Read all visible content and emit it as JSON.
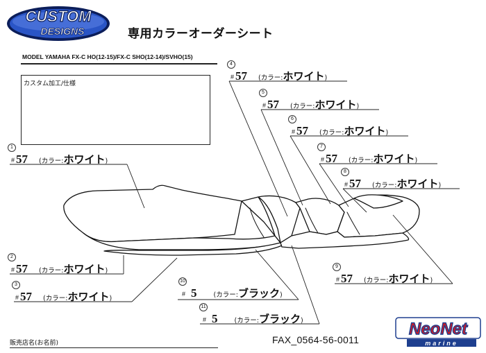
{
  "header": {
    "logo_line1": "CUSTOM",
    "logo_line2": "DESIGNS",
    "title": "専用カラーオーダーシート"
  },
  "model_text": "MODEL  YAMAHA  FX-C HO(12-15)/FX-C SHO(12-14)/SVHO(15)",
  "custom_box_label": "カスタム加工/仕様",
  "callouts": [
    {
      "id": "1",
      "circle": "1",
      "hash": "#",
      "number": "57",
      "label": "(カラー:",
      "color": "ホワイト",
      "close": ")"
    },
    {
      "id": "2",
      "circle": "2",
      "hash": "#",
      "number": "57",
      "label": "(カラー:",
      "color": "ホワイト",
      "close": ")"
    },
    {
      "id": "3",
      "circle": "3",
      "hash": "#",
      "number": "57",
      "label": "(カラー:",
      "color": "ホワイト",
      "close": ")"
    },
    {
      "id": "4",
      "circle": "4",
      "hash": "#",
      "number": "57",
      "label": "(カラー:",
      "color": "ホワイト",
      "close": ")"
    },
    {
      "id": "5",
      "circle": "5",
      "hash": "#",
      "number": "57",
      "label": "(カラー:",
      "color": "ホワイト",
      "close": ")"
    },
    {
      "id": "6",
      "circle": "6",
      "hash": "#",
      "number": "57",
      "label": "(カラー:",
      "color": "ホワイト",
      "close": ")"
    },
    {
      "id": "7",
      "circle": "7",
      "hash": "#",
      "number": "57",
      "label": "(カラー:",
      "color": "ホワイト",
      "close": ")"
    },
    {
      "id": "8",
      "circle": "8",
      "hash": "#",
      "number": "57",
      "label": "(カラー:",
      "color": "ホワイト",
      "close": ")"
    },
    {
      "id": "9",
      "circle": "9",
      "hash": "#",
      "number": "57",
      "label": "(カラー:",
      "color": "ホワイト",
      "close": ")"
    },
    {
      "id": "10",
      "circle": "10",
      "hash": "#",
      "number": "5",
      "label": "(カラー:",
      "color": "ブラック",
      "close": ")"
    },
    {
      "id": "11",
      "circle": "11",
      "hash": "#",
      "number": "5",
      "label": "(カラー:",
      "color": "ブラック",
      "close": ")"
    }
  ],
  "footer": {
    "seller_label": "販売店名(お名前)",
    "fax": "FAX_0564-56-0011",
    "logo_main": "NeoNet",
    "logo_sub": "marine"
  },
  "colors": {
    "logo_blue": "#1d3f9a",
    "logo_dark": "#0c1e5a",
    "neonet_red": "#d71920",
    "neonet_blue": "#1e3f8f",
    "line": "#222222"
  }
}
